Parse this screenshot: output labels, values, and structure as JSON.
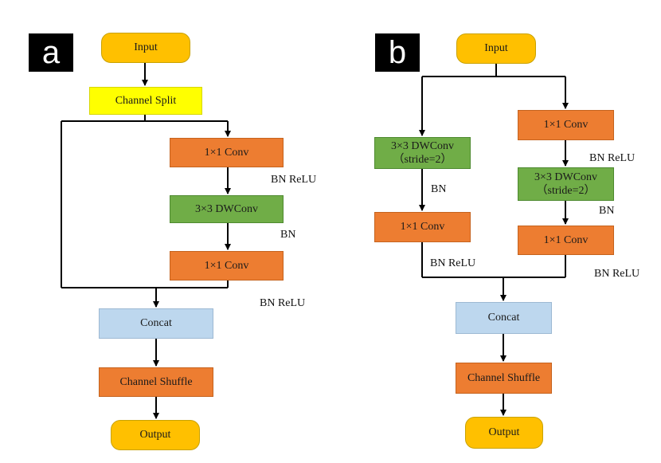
{
  "colors": {
    "io": "#FFC000",
    "io_border": "#C9A200",
    "split": "#FFFF00",
    "split_border": "#D6D600",
    "conv": "#ED7D31",
    "conv_border": "#C5631E",
    "dwconv": "#70AD47",
    "dwconv_border": "#4E8A30",
    "concat": "#BDD7EE",
    "concat_border": "#9DB9D3",
    "shuffle": "#ED7D31",
    "line": "#000000"
  },
  "panel_a": {
    "tag": "a",
    "input": "Input",
    "split": "Channel Split",
    "conv1": "1×1 Conv",
    "bn_relu_1": "BN ReLU",
    "dwconv": "3×3 DWConv",
    "bn": "BN",
    "conv2": "1×1 Conv",
    "bn_relu_2": "BN ReLU",
    "concat": "Concat",
    "shuffle": "Channel Shuffle",
    "output": "Output"
  },
  "panel_b": {
    "tag": "b",
    "input": "Input",
    "left_dwconv_line1": "3×3 DWConv",
    "left_dwconv_line2": "（stride=2）",
    "left_bn": "BN",
    "left_conv": "1×1 Conv",
    "left_bn_relu": "BN ReLU",
    "right_conv1": "1×1 Conv",
    "right_bn_relu_1": "BN ReLU",
    "right_dwconv_line1": "3×3 DWConv",
    "right_dwconv_line2": "（stride=2）",
    "right_bn": "BN",
    "right_conv2": "1×1 Conv",
    "right_bn_relu_2": "BN ReLU",
    "concat": "Concat",
    "shuffle": "Channel Shuffle",
    "output": "Output"
  }
}
